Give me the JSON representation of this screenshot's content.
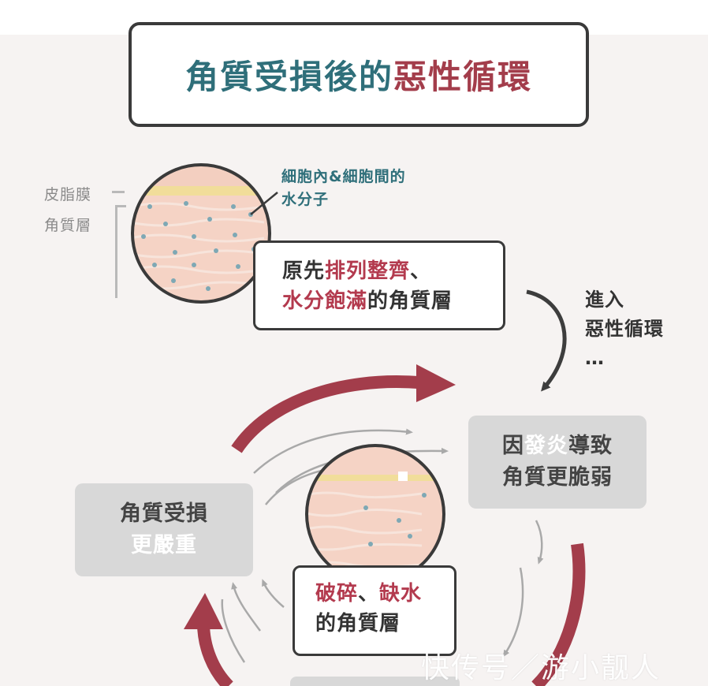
{
  "title": {
    "part1": "角質受損後的",
    "part2": "惡性循環"
  },
  "side_labels": {
    "sebum": "皮脂膜",
    "stratum": "角質層"
  },
  "callout": {
    "line1": "細胞內&細胞間的",
    "line2": "水分子"
  },
  "healthy_box": {
    "line1_plain": "原先",
    "line1_hl": "排列整齊",
    "line1_end": "、",
    "line2_hl": "水分飽滿",
    "line2_end": "的角質層"
  },
  "enter_cycle": {
    "line1": "進入",
    "line2": "惡性循環",
    "line3": "…"
  },
  "right_box": {
    "line1_a": "因",
    "line1_w": "發炎",
    "line1_b": "導致",
    "line2": "角質更脆弱"
  },
  "left_box": {
    "line1": "角質受損",
    "line2_w": "更嚴重"
  },
  "damaged_box": {
    "line1_hl_a": "破碎",
    "line1_mid": "、",
    "line1_hl_b": "缺水",
    "line2": "的角質層"
  },
  "watermark": "快传号／游小靓人",
  "colors": {
    "teal": "#2f6f7a",
    "accent_red": "#a33d4b",
    "skin": "#f3cfc0",
    "sebum_yellow": "#f1dd9a",
    "water_dot": "#7ea8b4",
    "gray_box": "#d8d8d8"
  }
}
